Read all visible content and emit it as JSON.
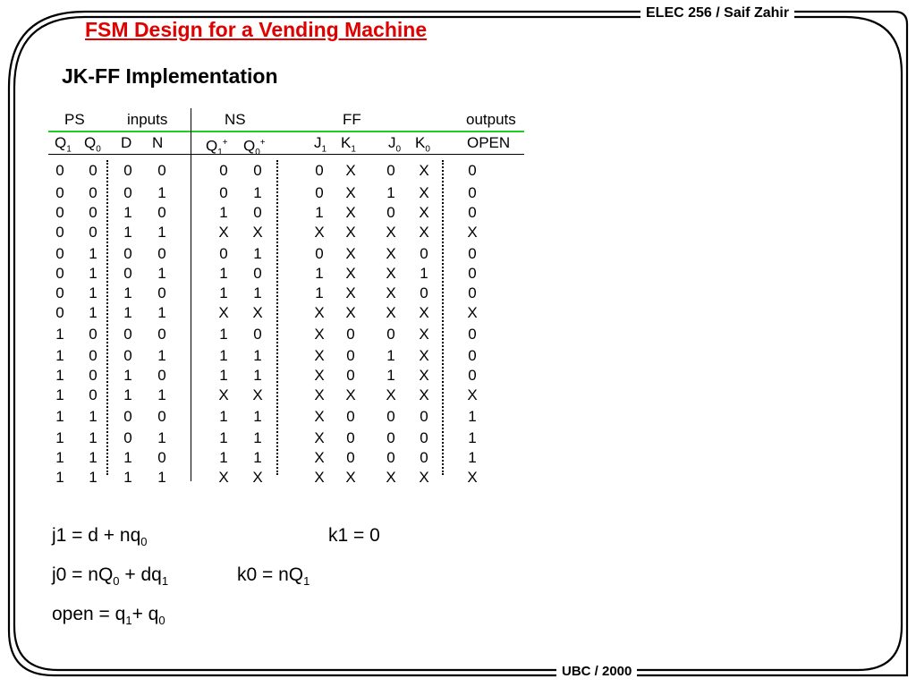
{
  "header": {
    "course": "ELEC 256 / Saif Zahir",
    "footer": "UBC / 2000"
  },
  "title": "FSM Design for a Vending Machine",
  "subtitle": "JK-FF Implementation",
  "groups": {
    "ps": "PS",
    "inputs": "inputs",
    "ns": "NS",
    "ff": "FF",
    "outputs": "outputs"
  },
  "cols": {
    "q": "Q",
    "one": "1",
    "zero": "0",
    "d": "D",
    "n": "N",
    "plus": "+",
    "j": "J",
    "k": "K",
    "open": "OPEN"
  },
  "rows": [
    [
      "0",
      "0",
      "0",
      "0",
      "0",
      "0",
      "0",
      "X",
      "0",
      "X",
      "0"
    ],
    [
      "0",
      "0",
      "0",
      "1",
      "0",
      "1",
      "0",
      "X",
      "1",
      "X",
      "0"
    ],
    [
      "0",
      "0",
      "1",
      "0",
      "1",
      "0",
      "1",
      "X",
      "0",
      "X",
      "0"
    ],
    [
      "0",
      "0",
      "1",
      "1",
      "X",
      "X",
      "X",
      "X",
      "X",
      "X",
      "X"
    ],
    [
      "0",
      "1",
      "0",
      "0",
      "0",
      "1",
      "0",
      "X",
      "X",
      "0",
      "0"
    ],
    [
      "0",
      "1",
      "0",
      "1",
      "1",
      "0",
      "1",
      "X",
      "X",
      "1",
      "0"
    ],
    [
      "0",
      "1",
      "1",
      "0",
      "1",
      "1",
      "1",
      "X",
      "X",
      "0",
      "0"
    ],
    [
      "0",
      "1",
      "1",
      "1",
      "X",
      "X",
      "X",
      "X",
      "X",
      "X",
      "X"
    ],
    [
      "1",
      "0",
      "0",
      "0",
      "1",
      "0",
      "X",
      "0",
      "0",
      "X",
      "0"
    ],
    [
      "1",
      "0",
      "0",
      "1",
      "1",
      "1",
      "X",
      "0",
      "1",
      "X",
      "0"
    ],
    [
      "1",
      "0",
      "1",
      "0",
      "1",
      "1",
      "X",
      "0",
      "1",
      "X",
      "0"
    ],
    [
      "1",
      "0",
      "1",
      "1",
      "X",
      "X",
      "X",
      "X",
      "X",
      "X",
      "X"
    ],
    [
      "1",
      "1",
      "0",
      "0",
      "1",
      "1",
      "X",
      "0",
      "0",
      "0",
      "1"
    ],
    [
      "1",
      "1",
      "0",
      "1",
      "1",
      "1",
      "X",
      "0",
      "0",
      "0",
      "1"
    ],
    [
      "1",
      "1",
      "1",
      "0",
      "1",
      "1",
      "X",
      "0",
      "0",
      "0",
      "1"
    ],
    [
      "1",
      "1",
      "1",
      "1",
      "X",
      "X",
      "X",
      "X",
      "X",
      "X",
      "X"
    ]
  ],
  "equations": {
    "j1": {
      "pre": "j1 =  d + nq",
      "sub": "0"
    },
    "k1": {
      "text": "k1 = 0"
    },
    "j0": {
      "pre": "j0 = nQ",
      "sub1": "0",
      "mid": " + dq",
      "sub2": "1"
    },
    "k0": {
      "pre": "k0 = nQ",
      "sub": "1"
    },
    "open": {
      "pre": "open = q",
      "sub1": "1",
      "mid": "+ q",
      "sub2": "0"
    }
  },
  "colors": {
    "accent_red": "#e00000",
    "separator_green": "#22cc22",
    "border": "#000000"
  }
}
